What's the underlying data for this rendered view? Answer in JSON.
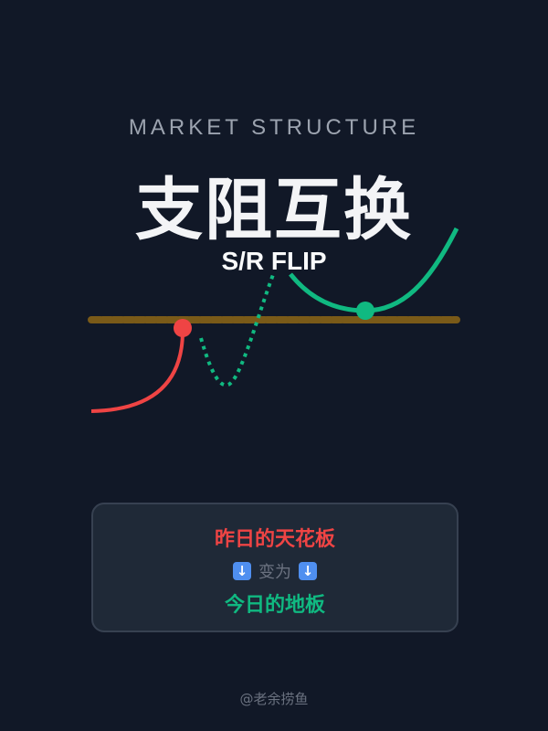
{
  "subtitle": "MARKET STRUCTURE",
  "title": "支阻互换",
  "english_title": "S/R FLIP",
  "card": {
    "line1": "昨日的天花板",
    "line2": "变为",
    "line3": "今日的地板",
    "arrow_icon": "down-arrow-emoji"
  },
  "footer": "@老余捞鱼",
  "colors": {
    "resistance": "#ef4444",
    "support": "#10b981",
    "level_line": "#7a5a18",
    "background": "#111827"
  }
}
